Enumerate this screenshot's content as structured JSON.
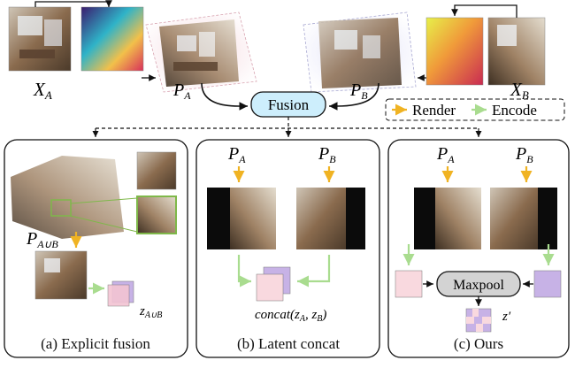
{
  "top": {
    "x_a_label": "X",
    "x_a_sub": "A",
    "x_b_label": "X",
    "x_b_sub": "B",
    "p_a_label": "P",
    "p_a_sub": "A",
    "p_b_label": "P",
    "p_b_sub": "B",
    "fusion_label": "Fusion"
  },
  "legend": {
    "render_label": "Render",
    "encode_label": "Encode",
    "render_color": "#f0b323",
    "encode_color": "#a9dc8f"
  },
  "panels": [
    {
      "title": "(a) Explicit fusion",
      "p_label": "P",
      "p_sub": "A∪B",
      "z_label": "z",
      "z_sub": "A∪B"
    },
    {
      "title": "(b) Latent concat",
      "p_a_label": "P",
      "p_a_sub": "A",
      "p_b_label": "P",
      "p_b_sub": "B",
      "concat_label": "concat(z",
      "concat_sub_a": "A",
      "concat_mid": ", z",
      "concat_sub_b": "B",
      "concat_end": ")"
    },
    {
      "title": "(c) Ours",
      "p_a_label": "P",
      "p_a_sub": "A",
      "p_b_label": "P",
      "p_b_sub": "B",
      "maxpool_label": "Maxpool",
      "z_label": "z′"
    }
  ],
  "colors": {
    "fusion_fill": "#cdeefc",
    "latent_pink": "#f9d9df",
    "latent_purple": "#c7b2e6"
  }
}
